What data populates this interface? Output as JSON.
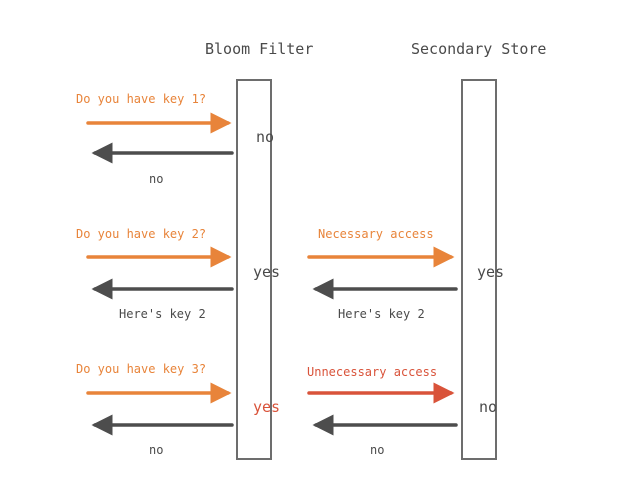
{
  "columns": {
    "bloom_filter": "Bloom Filter",
    "secondary_store": "Secondary Store"
  },
  "colors": {
    "query_arrow": "#e8843a",
    "response_arrow": "#4d4d4d",
    "unnecessary_arrow": "#d9533a",
    "query_text": "#e8843a",
    "unnecessary_text": "#d9533a",
    "plain_text": "#4a4a4a",
    "box_border": "#6d6d6d"
  },
  "rows": [
    {
      "question": "Do you have key 1?",
      "bloom_answer": "no",
      "client_response": "no"
    },
    {
      "question": "Do you have key 2?",
      "bloom_answer": "yes",
      "store_access": "Necessary access",
      "store_answer": "yes",
      "store_response": "Here's key 2",
      "client_response": "Here's key 2"
    },
    {
      "question": "Do you have key 3?",
      "bloom_answer": "yes",
      "store_access": "Unnecessary access",
      "store_answer": "no",
      "store_response": "no",
      "client_response": "no"
    }
  ]
}
